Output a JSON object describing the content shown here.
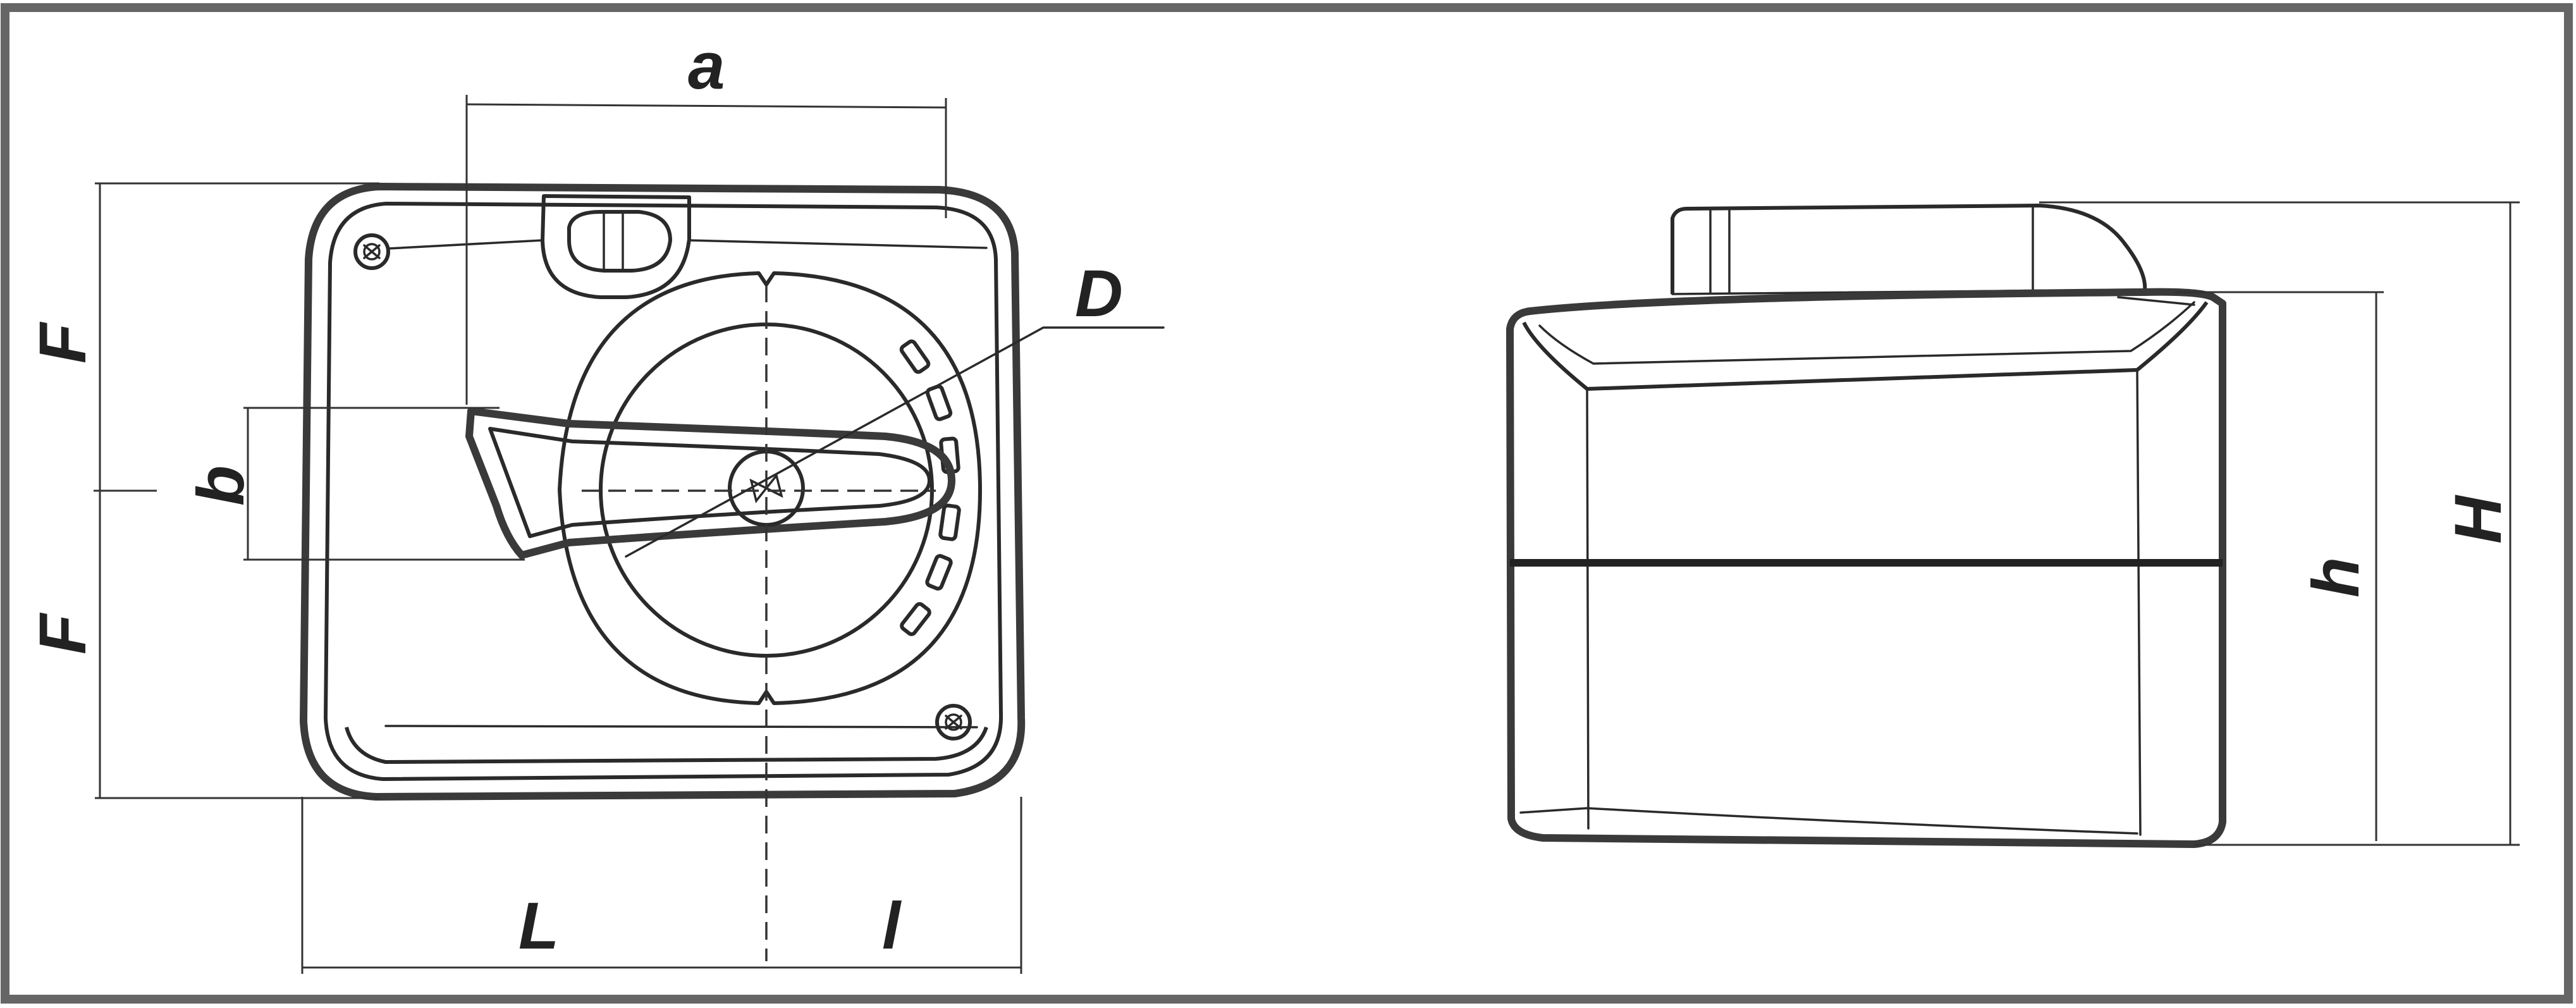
{
  "labels": {
    "a": "a",
    "D": "D",
    "F_top": "F",
    "F_bottom": "F",
    "b": "b",
    "L": "L",
    "l": "l",
    "h": "h",
    "H": "H"
  },
  "colors": {
    "line": "#2a2a2a",
    "frame": "#666666",
    "background": "#ffffff"
  }
}
